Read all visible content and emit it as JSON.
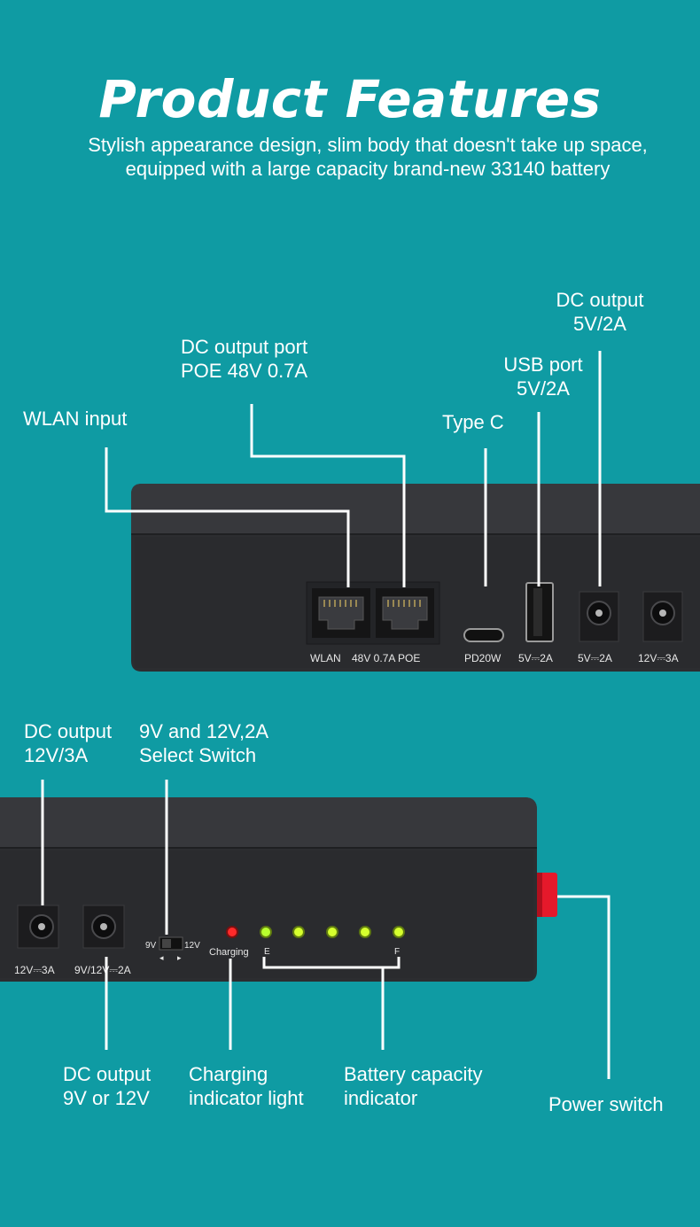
{
  "header": {
    "title": "Product Features",
    "subtitle": "Stylish appearance design, slim body that doesn't take up space, equipped with a large capacity brand-new 33140 battery"
  },
  "callouts_top": {
    "wlan_input": "WLAN input",
    "dc_output_port_line1": "DC output port",
    "dc_output_port_line2": "POE 48V 0.7A",
    "type_c": "Type C",
    "usb_port_line1": "USB port",
    "usb_port_line2": "5V/2A",
    "dc_output_5v_line1": "DC output",
    "dc_output_5v_line2": "5V/2A"
  },
  "device_top_labels": {
    "wlan": "WLAN",
    "poe": "48V 0.7A POE",
    "pd": "PD20W",
    "usb": "5V⎓2A",
    "dc5v": "5V⎓2A",
    "dc12v": "12V⎓3A"
  },
  "callouts_bottom": {
    "dc_12v_line1": "DC output",
    "dc_12v_line2": "12V/3A",
    "select_switch_line1": "9V and 12V,2A",
    "select_switch_line2": "Select Switch",
    "dc_9v12v_line1": "DC output",
    "dc_9v12v_line2": "9V or 12V",
    "charging_line1": "Charging",
    "charging_line2": "indicator light",
    "battery_line1": "Battery capacity",
    "battery_line2": "indicator",
    "power_switch": "Power switch"
  },
  "device_bottom_labels": {
    "dc12v": "12V⎓3A",
    "dc9v12v": "9V/12V⎓2A",
    "switch_9v": "9V",
    "switch_12v": "12V",
    "charging": "Charging",
    "empty_mark": "E",
    "full_mark": "F"
  },
  "colors": {
    "background": "#0f9ba3",
    "device_body": "#2f3033",
    "led_green": "#b8ff2e",
    "led_red": "#ff2a2a",
    "power_switch": "#e5192b"
  }
}
